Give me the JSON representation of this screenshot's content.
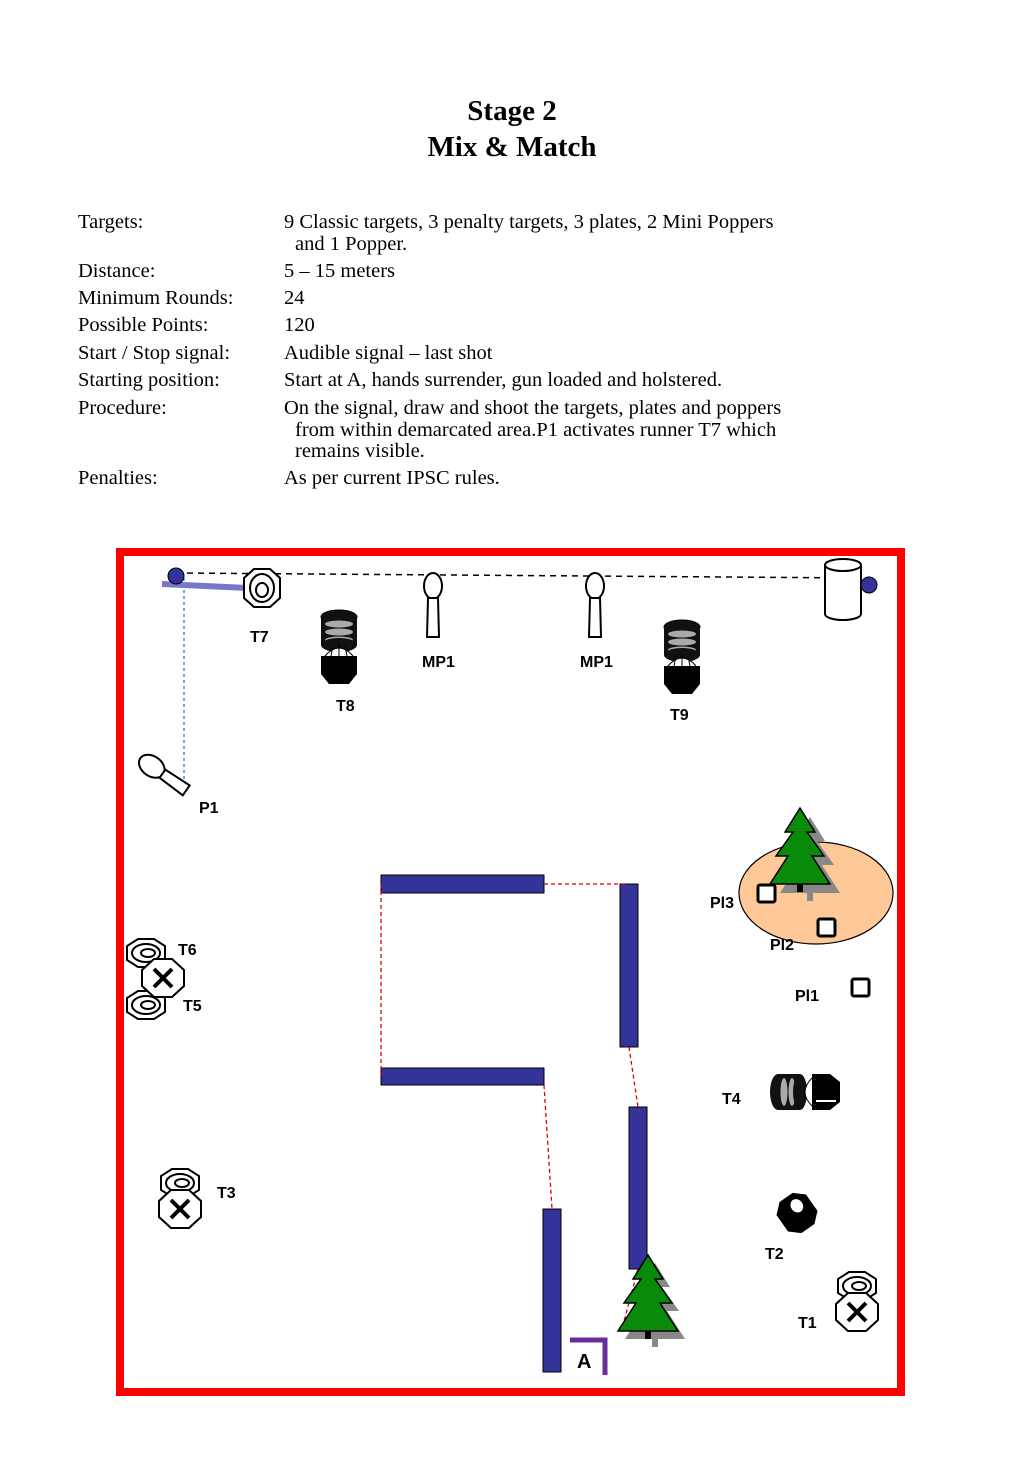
{
  "title": "Stage 2",
  "subtitle": "Mix & Match",
  "briefing": {
    "targets": {
      "label": "Targets:",
      "lines": [
        "9 Classic targets, 3 penalty targets, 3 plates, 2 Mini Poppers",
        "and 1 Popper."
      ]
    },
    "distance": {
      "label": "Distance:",
      "lines": [
        "5 – 15 meters"
      ]
    },
    "minimum_rounds": {
      "label": "Minimum Rounds:",
      "lines": [
        "24"
      ]
    },
    "possible_points": {
      "label": "Possible Points:",
      "lines": [
        "120"
      ]
    },
    "start_stop": {
      "label": "Start / Stop signal:",
      "lines": [
        "Audible signal – last shot"
      ]
    },
    "starting_position": {
      "label": "Starting position:",
      "lines": [
        "Start at A, hands surrender, gun loaded and holstered."
      ]
    },
    "procedure": {
      "label": "Procedure:",
      "lines": [
        "On the signal, draw and shoot the targets, plates and poppers",
        "from within demarcated area.P1 activates runner T7 which",
        "remains visible."
      ]
    },
    "penalties": {
      "label": "Penalties:",
      "lines": [
        "As per current IPSC rules."
      ]
    }
  },
  "diagram": {
    "border_color": "#ff0000",
    "barrier_color": "#333399",
    "fault_line_color": "#dd0000",
    "tree_color": "#0a8a0a",
    "zone_color": "#ffc899",
    "labels": {
      "T1": "T1",
      "T2": "T2",
      "T3": "T3",
      "T4": "T4",
      "T5": "T5",
      "T6": "T6",
      "T7": "T7",
      "T8": "T8",
      "T9": "T9",
      "MP1a": "MP1",
      "MP1b": "MP1",
      "P1": "P1",
      "Pl1": "Pl1",
      "Pl2": "Pl2",
      "Pl3": "Pl3",
      "A": "A"
    }
  }
}
